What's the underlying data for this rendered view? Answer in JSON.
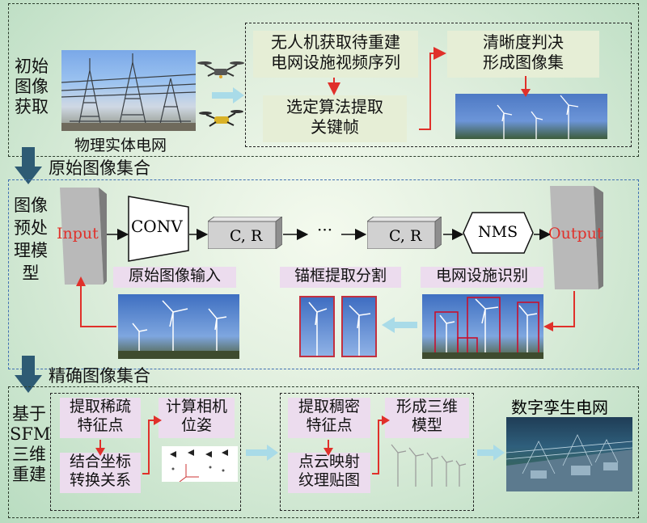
{
  "section1": {
    "side_label": "初始\n图像\n获取",
    "photo_caption": "物理实体电网",
    "box_video": "无人机获取待重建\n电网设施视频序列",
    "box_keyframe": "选定算法提取\n关键帧",
    "box_sharpness": "清晰度判决\n形成图像集"
  },
  "transition1": "原始图像集合",
  "section2": {
    "side_label": "图像\n预处\n理模\n型",
    "input_label": "Input",
    "conv_label": "CONV",
    "cr1_label": "C, R",
    "ellipsis": "···",
    "cr2_label": "C, R",
    "nms_label": "NMS",
    "output_label": "Output",
    "caption_input": "原始图像输入",
    "caption_anchor": "锚框提取分割",
    "caption_recognize": "电网设施识别"
  },
  "transition2": "精确图像集合",
  "section3": {
    "side_label": "基于\nSFM\n三维\n重建",
    "sparse": "提取稀疏\n特征点",
    "camera": "计算相机\n位姿",
    "coord": "结合坐标\n转换关系",
    "dense": "提取稠密\n特征点",
    "model3d": "形成三维\n模型",
    "pointcloud": "点云映射\n纹理贴图",
    "twin_title": "数字孪生电网"
  },
  "colors": {
    "accent_red": "#e0302a",
    "arrow_blue": "#a9dbe8",
    "big_arrow": "#2e5b74",
    "box_green": "#e6eed6",
    "box_pink": "#ecdcee"
  }
}
